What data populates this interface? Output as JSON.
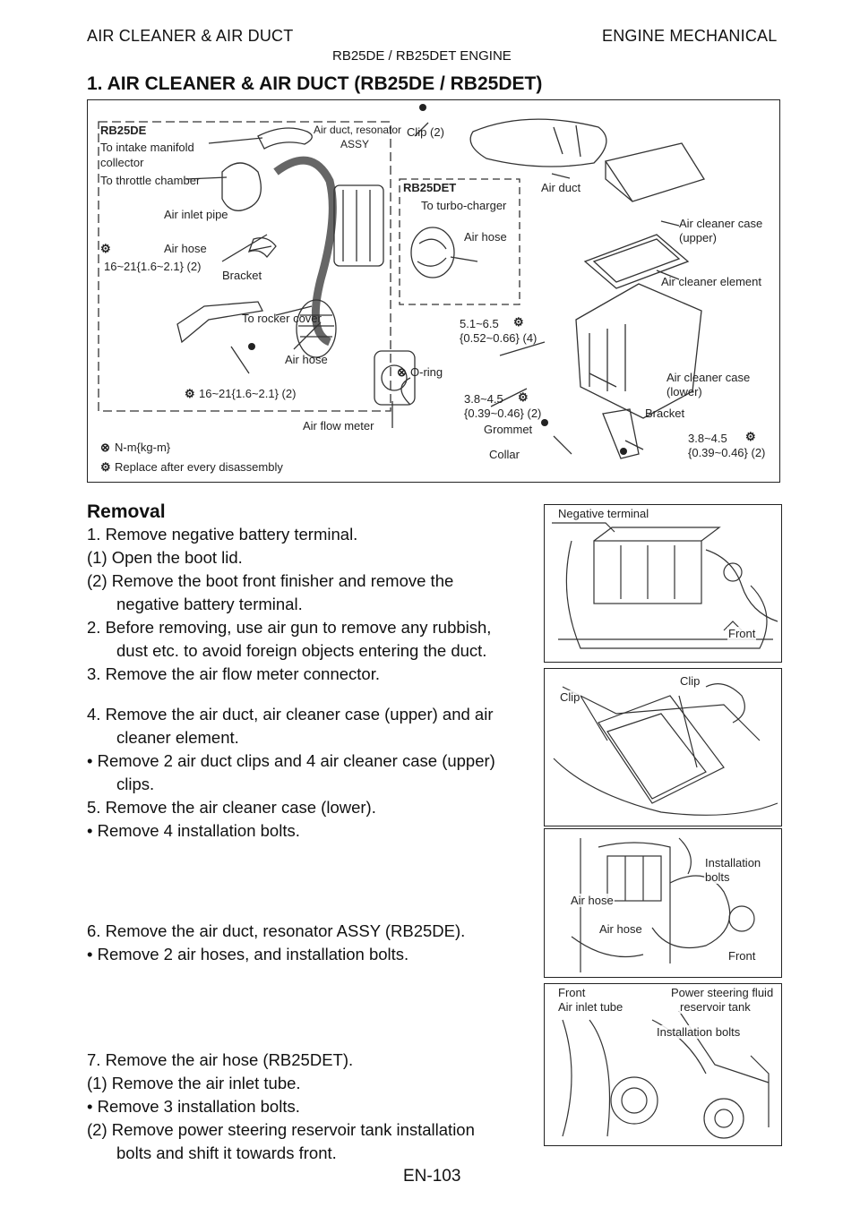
{
  "header": {
    "left": "AIR CLEANER & AIR DUCT",
    "right": "ENGINE MECHANICAL",
    "subtitle": "RB25DE / RB25DET ENGINE"
  },
  "section_title": "1. AIR CLEANER & AIR DUCT (RB25DE / RB25DET)",
  "diagram": {
    "rb25de_box": "RB25DE",
    "rb25det_box": "RB25DET",
    "labels": {
      "air_duct_resonator": "Air duct, resonator",
      "assy": "ASSY",
      "to_intake_manifold": "To intake manifold",
      "collector": "collector",
      "to_throttle_chamber": "To throttle chamber",
      "air_inlet_pipe": "Air inlet pipe",
      "air_hose_1": "Air hose",
      "torque_1": "16~21{1.6~2.1} (2)",
      "bracket_1": "Bracket",
      "to_rocker_cover": "To rocker cover",
      "air_hose_2": "Air hose",
      "torque_2": "16~21{1.6~2.1} (2)",
      "air_flow_meter": "Air flow meter",
      "clip": "Clip (2)",
      "to_turbo_charger": "To turbo-charger",
      "air_hose_3": "Air hose",
      "air_duct": "Air duct",
      "air_cleaner_case_upper_1": "Air cleaner case",
      "air_cleaner_case_upper_2": "(upper)",
      "air_cleaner_element": "Air cleaner element",
      "torque_3a": "5.1~6.5",
      "torque_3b": "{0.52~0.66} (4)",
      "o_ring": "O-ring",
      "torque_4a": "3.8~4.5",
      "torque_4b": "{0.39~0.46} (2)",
      "grommet": "Grommet",
      "collar": "Collar",
      "air_cleaner_case_lower_1": "Air cleaner case",
      "air_cleaner_case_lower_2": "(lower)",
      "bracket_2": "Bracket",
      "torque_5a": "3.8~4.5",
      "torque_5b": "{0.39~0.46} (2)"
    },
    "legend": {
      "torque_unit": "N-m{kg-m}",
      "replace": "Replace after every disassembly"
    }
  },
  "removal": {
    "heading": "Removal",
    "lines": [
      "1.  Remove negative battery terminal.",
      "(1)  Open the boot lid.",
      "(2)  Remove the boot front finisher and remove the",
      "negative battery terminal.",
      "2.  Before removing, use air gun to remove any rubbish,",
      "dust etc. to avoid foreign objects entering the duct.",
      "3.  Remove the air flow meter connector.",
      "4.  Remove the air duct, air cleaner case (upper) and air",
      "cleaner element.",
      "•   Remove 2 air duct clips and 4 air cleaner case (upper)",
      "clips.",
      "5.  Remove the air cleaner case (lower).",
      "•   Remove 4 installation bolts.",
      "6.  Remove the air duct, resonator ASSY (RB25DE).",
      "•   Remove 2 air hoses, and installation bolts.",
      "7.  Remove the air hose (RB25DET).",
      "(1)  Remove the air inlet tube.",
      "•   Remove 3 installation bolts.",
      "(2)  Remove power steering reservoir tank installation",
      "bolts and shift it towards front."
    ]
  },
  "photos": {
    "p1": {
      "negative_terminal": "Negative terminal",
      "front": "Front"
    },
    "p2": {
      "clip_a": "Clip",
      "clip_b": "Clip"
    },
    "p3": {
      "installation": "Installation",
      "bolts": "bolts",
      "air_hose_a": "Air hose",
      "air_hose_b": "Air hose",
      "front": "Front"
    },
    "p4": {
      "front": "Front",
      "power_steering_fluid": "Power steering fluid",
      "reservoir_tank": "reservoir tank",
      "air_inlet_tube": "Air inlet tube",
      "installation_bolts": "Installation bolts"
    }
  },
  "footer": {
    "page": "EN-103"
  }
}
